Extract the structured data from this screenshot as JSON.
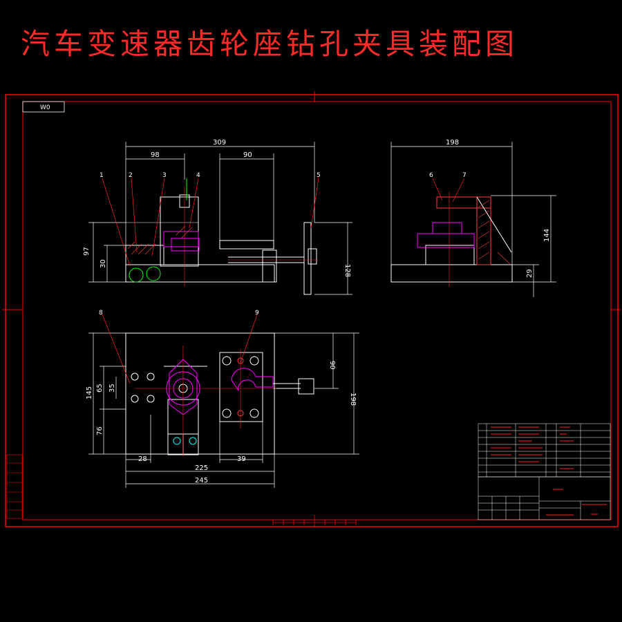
{
  "title": "汽车变速器齿轮座钻孔夹具装配图",
  "corner_tag": "W0",
  "front_view": {
    "dims": {
      "overall_width": "309",
      "left_offset": "98",
      "slot_width": "90",
      "height_total": "97",
      "height_base": "30",
      "handle_height": "128"
    }
  },
  "side_view": {
    "dims": {
      "width": "198",
      "height": "144",
      "base": "29"
    }
  },
  "top_view": {
    "dims": {
      "height_outer": "145",
      "offset_65": "65",
      "offset_35": "35",
      "offset_76": "76",
      "offset_28": "28",
      "offset_39": "39",
      "width_225": "225",
      "width_245": "245",
      "offset_90": "90",
      "depth_198": "198"
    }
  },
  "callouts": [
    "1",
    "2",
    "3",
    "4",
    "5",
    "6",
    "7",
    "8",
    "9"
  ],
  "colors": {
    "background": "#000000",
    "frame": "#ff0000",
    "outline": "#ffffff",
    "part": "#ff00ff",
    "section_hatch": "#ff4040",
    "leader": "#ff2020",
    "highlight": "#00ff00",
    "hole": "#00ffff"
  }
}
